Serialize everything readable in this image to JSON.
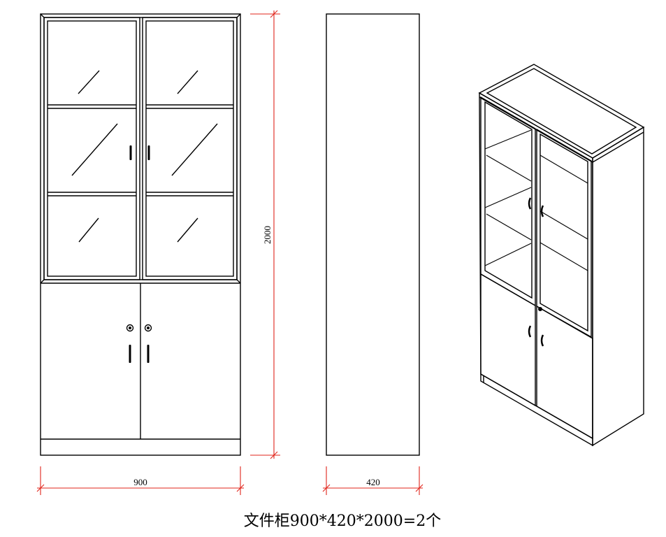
{
  "drawing": {
    "front_width": "900",
    "side_depth": "420",
    "height": "2000",
    "caption": "文件柜900*420*2000=2个"
  },
  "colors": {
    "line": "#000000",
    "dimension": "#e1251b",
    "background": "#ffffff"
  }
}
